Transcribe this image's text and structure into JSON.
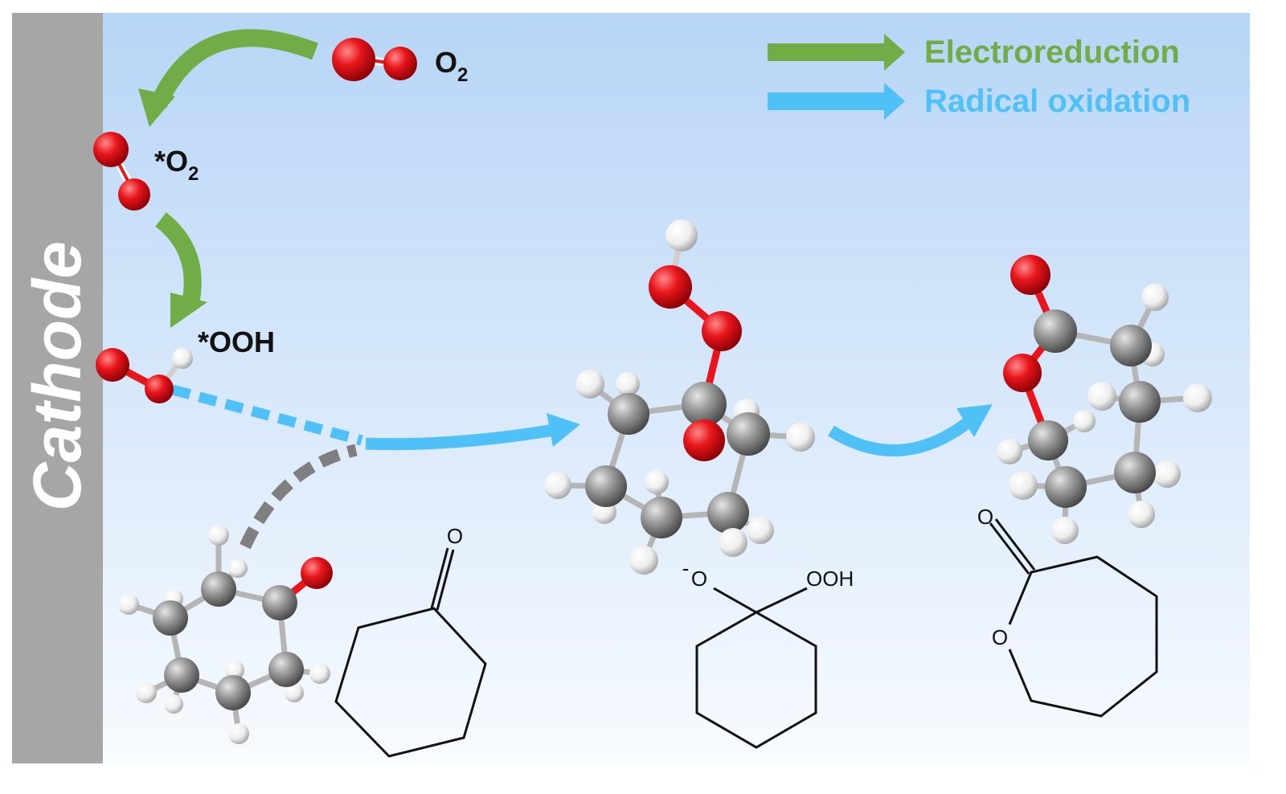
{
  "cathode": {
    "label": "Cathode"
  },
  "legend": [
    {
      "label": "Electroreduction",
      "color": "#70ad47"
    },
    {
      "label": "Radical oxidation",
      "color": "#4fc1f7"
    }
  ],
  "species": {
    "o2": {
      "main": "O",
      "sub": "2"
    },
    "ads_o2": {
      "main": "*O",
      "sub": "2"
    },
    "ads_ooh": {
      "main": "*OOH"
    }
  },
  "structures": {
    "intermediate": {
      "left_group": "O",
      "left_charge": "-",
      "right_group": "OOH"
    },
    "ketone": {
      "carbonyl": "O"
    },
    "lactone": {
      "carbonyl": "O",
      "ring_o": "O"
    }
  },
  "colors": {
    "oxygen": "#e8161c",
    "carbon": "#8e8e8e",
    "hydrogen": "#f4f4f4",
    "cathode": "#a6a6a6",
    "reduction_arrow": "#70ad47",
    "radical_arrow": "#4fc1f7",
    "dashed_gray": "#7f7f7f",
    "background_top": "#b7d5f6",
    "background_bottom": "#f8fbff"
  }
}
